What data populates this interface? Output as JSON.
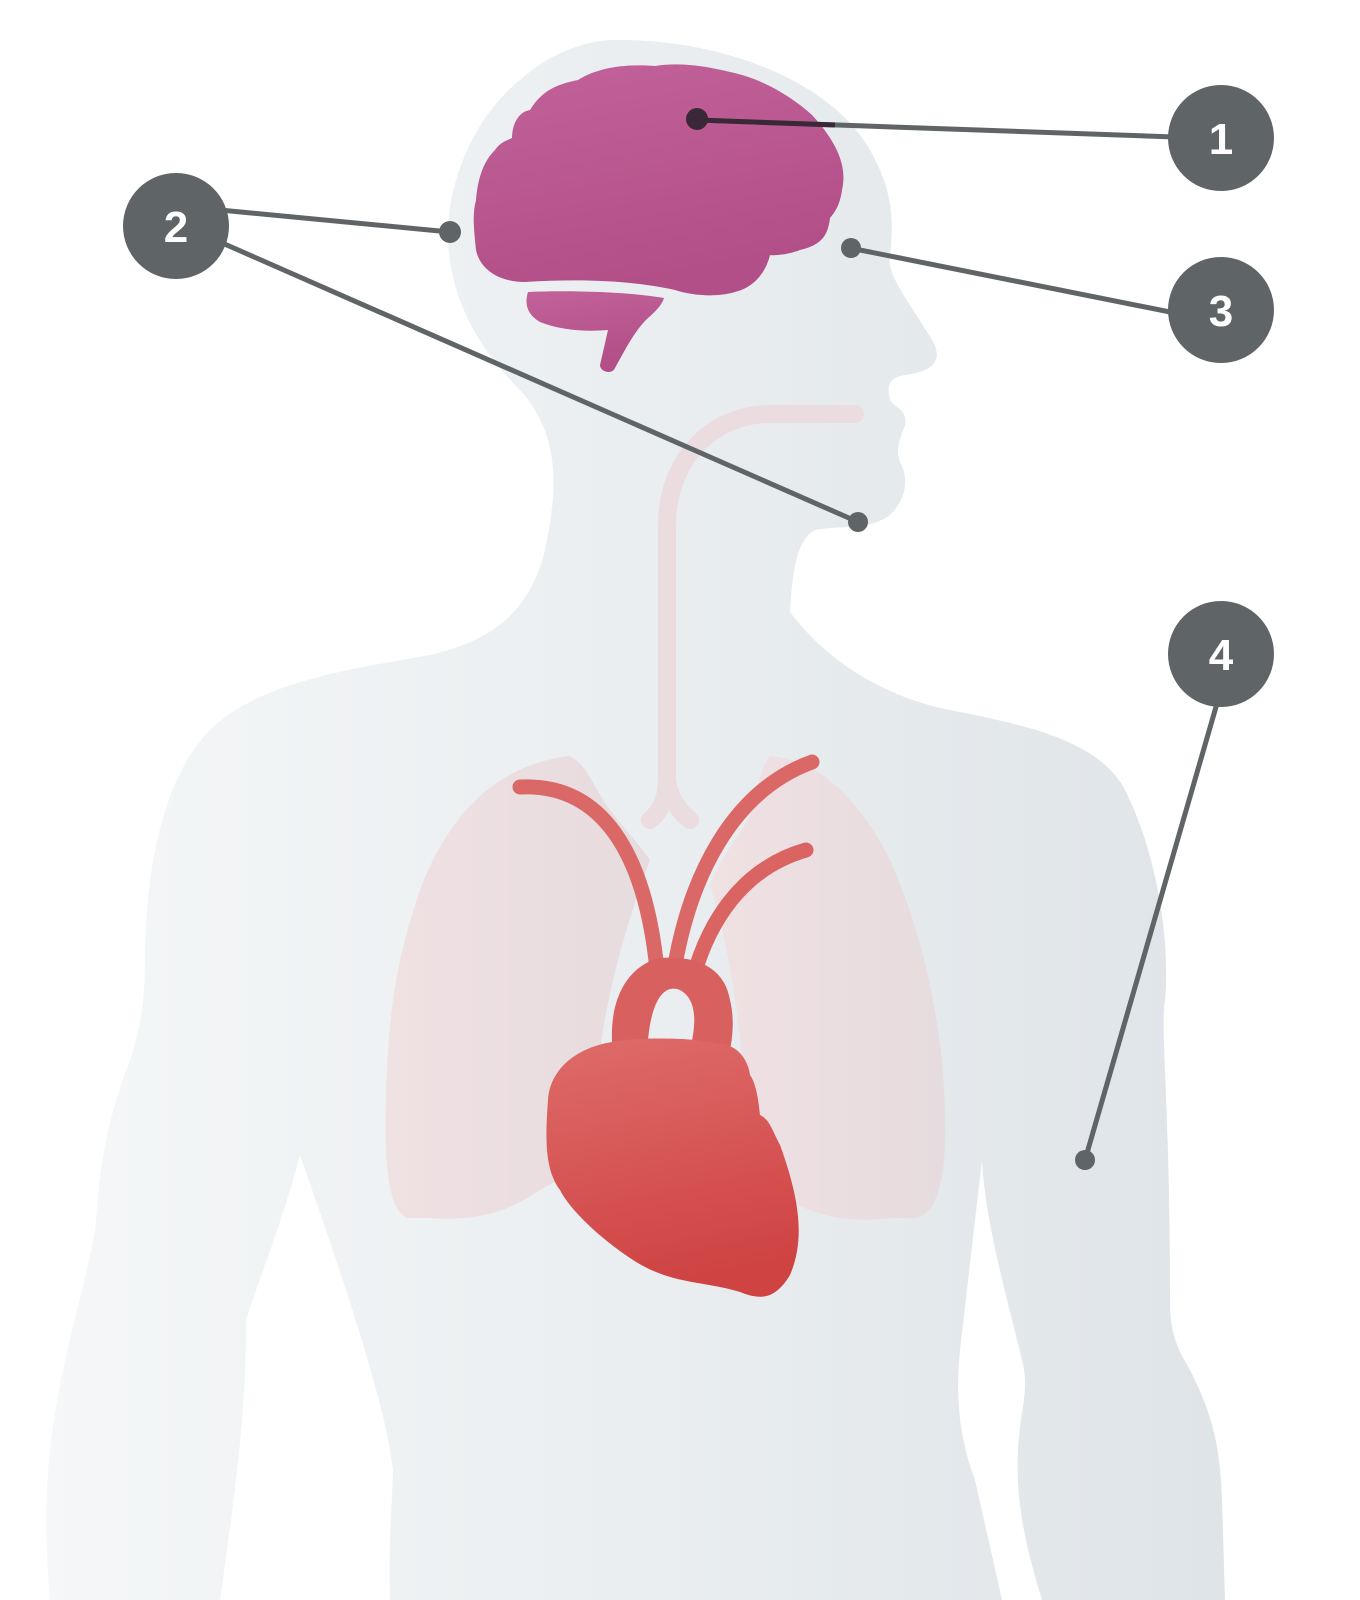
{
  "diagram": {
    "title": "Human body anatomy callout diagram",
    "subject": "Human upper body silhouette (side-facing head) with brain, airway, lungs and heart",
    "colors": {
      "background": "#ffffff",
      "body_light": "#f1f4f6",
      "body_dark": "#e0e5e9",
      "brain_top": "#c06098",
      "brain_bottom": "#b24f88",
      "heart_top": "#dc6a68",
      "heart_bottom": "#d04444",
      "lungs": "#efe0e2",
      "airway": "#ebdcdf",
      "callout": "#5f6566",
      "callout_on_brain": "#3a2838",
      "badge_text": "#ffffff"
    },
    "organs": [
      {
        "name": "brain"
      },
      {
        "name": "cerebellum"
      },
      {
        "name": "airway"
      },
      {
        "name": "lungs"
      },
      {
        "name": "heart"
      }
    ],
    "callouts": [
      {
        "number": "1",
        "label": "1",
        "target": "brain"
      },
      {
        "number": "2",
        "label": "2",
        "target": "back of head / mouth"
      },
      {
        "number": "3",
        "label": "3",
        "target": "eye region"
      },
      {
        "number": "4",
        "label": "4",
        "target": "arm"
      }
    ]
  }
}
